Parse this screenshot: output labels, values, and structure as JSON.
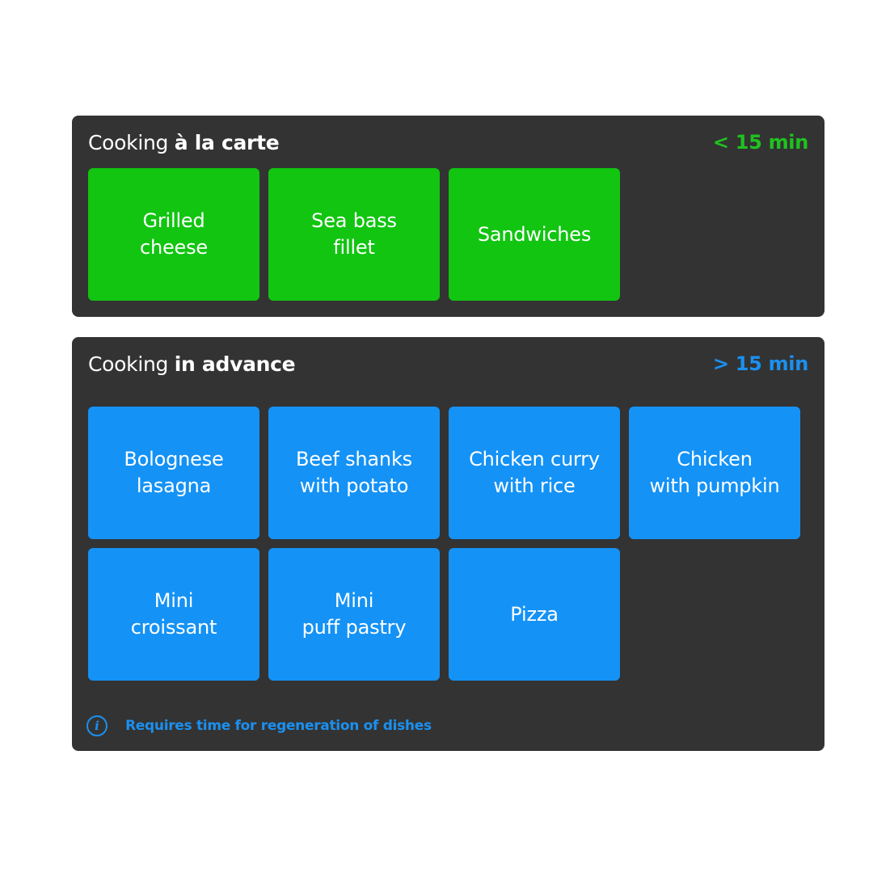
{
  "carte": {
    "title_prefix": "Cooking",
    "title_emphasis": "à la carte",
    "time": "< 15 min",
    "dishes": [
      "Grilled\ncheese",
      "Sea bass\nfillet",
      "Sandwiches"
    ]
  },
  "advance": {
    "title_prefix": "Cooking",
    "title_emphasis": "in advance",
    "time": "> 15 min",
    "dishes": [
      "Bolognese\nlasagna",
      "Beef shanks\nwith potato",
      "Chicken curry\nwith rice",
      "Chicken\nwith pumpkin",
      "Mini\ncroissant",
      "Mini\npuff pastry",
      "Pizza"
    ],
    "note": "Requires time for regeneration of dishes",
    "note_icon": "info-icon"
  },
  "colors": {
    "panel_bg": "#333333",
    "green": "#11c511",
    "blue": "#1492f6"
  }
}
